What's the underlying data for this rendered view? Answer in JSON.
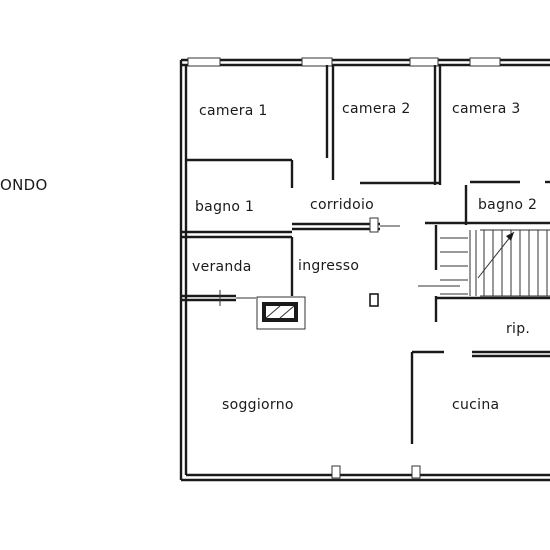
{
  "floor_label": "ONDO",
  "rooms": {
    "camera1": "camera  1",
    "camera2": "camera 2",
    "camera3": "camera  3",
    "bagno1": "bagno 1",
    "corridoio": "corridoio",
    "bagno2": "bagno 2",
    "veranda": "veranda",
    "ingresso": "ingresso",
    "rip": "rip.",
    "soggiorno": "soggiorno",
    "cucina": "cucina"
  }
}
